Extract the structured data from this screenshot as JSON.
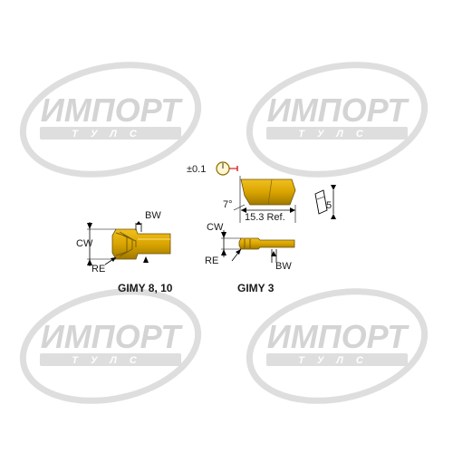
{
  "watermark": {
    "brand": "ИМПОРТ",
    "sub": "ТУЛС"
  },
  "gimy_8_10": {
    "caption": "GIMY 8, 10",
    "bw": "BW",
    "cw": "CW",
    "re": "RE"
  },
  "gimy_3": {
    "caption": "GIMY 3",
    "tolerance": "±0.1",
    "angle": "7°",
    "ref": "15.3 Ref.",
    "side": "5",
    "cw": "CW",
    "re": "RE",
    "bw": "BW"
  },
  "colors": {
    "insert_fill": "#d9a400",
    "insert_dark": "#8c6a00",
    "indicator_red": "#d42020",
    "watermark_gray": "#dedede"
  }
}
